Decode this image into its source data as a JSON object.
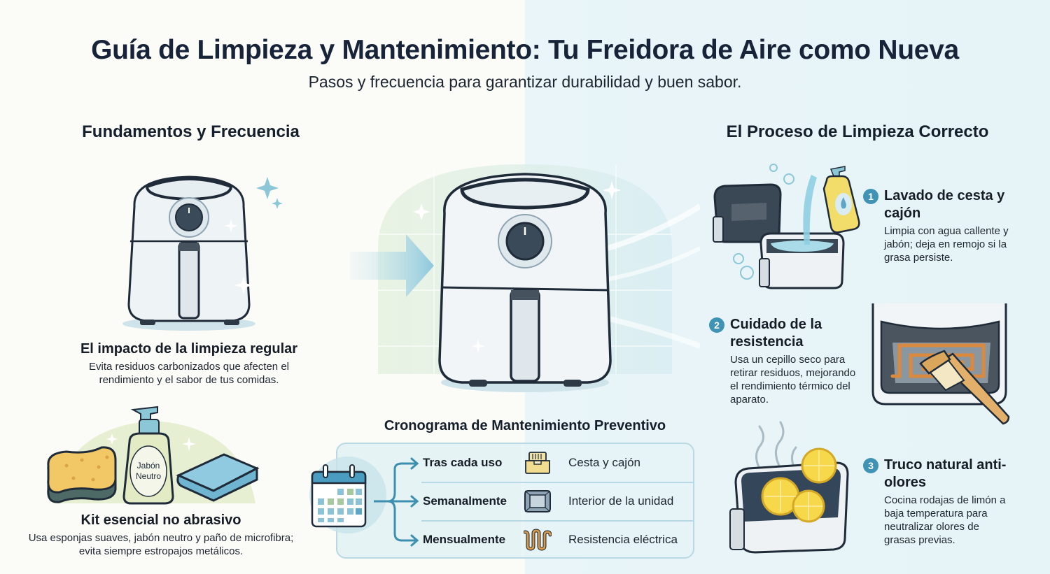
{
  "header": {
    "title": "Guía de Limpieza y Mantenimiento: Tu Freidora de Aire como Nueva",
    "subtitle": "Pasos y frecuencia para garantizar durabilidad y buen sabor."
  },
  "left_section": {
    "title": "Fundamentos y Frecuencia",
    "impact": {
      "title": "El impacto de la limpieza regular",
      "text": "Evita residuos carbonizados que afecten el rendimiento y el sabor de tus comidas."
    },
    "kit": {
      "title": "Kit esencial no abrasivo",
      "text": "Usa esponjas suaves, jabón neutro y paño de microfibra; evita siempre estropajos metálicos.",
      "soap_label_line1": "Jabón",
      "soap_label_line2": "Neutro"
    }
  },
  "schedule": {
    "title": "Cronograma de Mantenimiento Preventivo",
    "rows": [
      {
        "frequency": "Tras cada uso",
        "area": "Cesta y cajón",
        "icon": "basket-icon"
      },
      {
        "frequency": "Semanalmente",
        "area": "Interior de la unidad",
        "icon": "oven-interior-icon"
      },
      {
        "frequency": "Mensualmente",
        "area": "Resistencia eléctrica",
        "icon": "heating-coil-icon"
      }
    ]
  },
  "right_section": {
    "title": "El Proceso de Limpieza Correcto",
    "steps": [
      {
        "number": "1",
        "title": "Lavado de cesta y cajón",
        "text": "Limpia con agua callente y jabón; deja en remojo si la grasa persiste."
      },
      {
        "number": "2",
        "title": "Cuidado de la resistencia",
        "text": "Usa un cepillo seco para retirar residuos, mejorando el rendimiento térmico del aparato."
      },
      {
        "number": "3",
        "title": "Truco natural anti-olores",
        "text": "Cocina rodajas de limón a baja temperatura para neutralizar olores de grasas previas."
      }
    ]
  },
  "colors": {
    "title": "#172338",
    "accent": "#3f93b5",
    "bg_left": "#fbfbf7",
    "bg_right": "#e8f4f7",
    "schedule_border": "#b8d8e3"
  }
}
